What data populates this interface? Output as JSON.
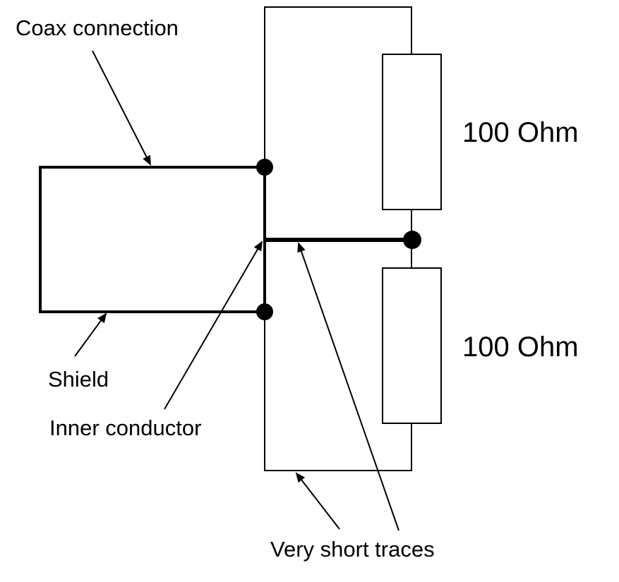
{
  "diagram": {
    "labels": {
      "coax_connection": "Coax connection",
      "shield": "Shield",
      "inner_conductor": "Inner conductor",
      "very_short_traces": "Very short traces",
      "resistor_top": "100 Ohm",
      "resistor_bottom": "100 Ohm"
    },
    "colors": {
      "line": "#000000",
      "background": "#ffffff"
    }
  }
}
